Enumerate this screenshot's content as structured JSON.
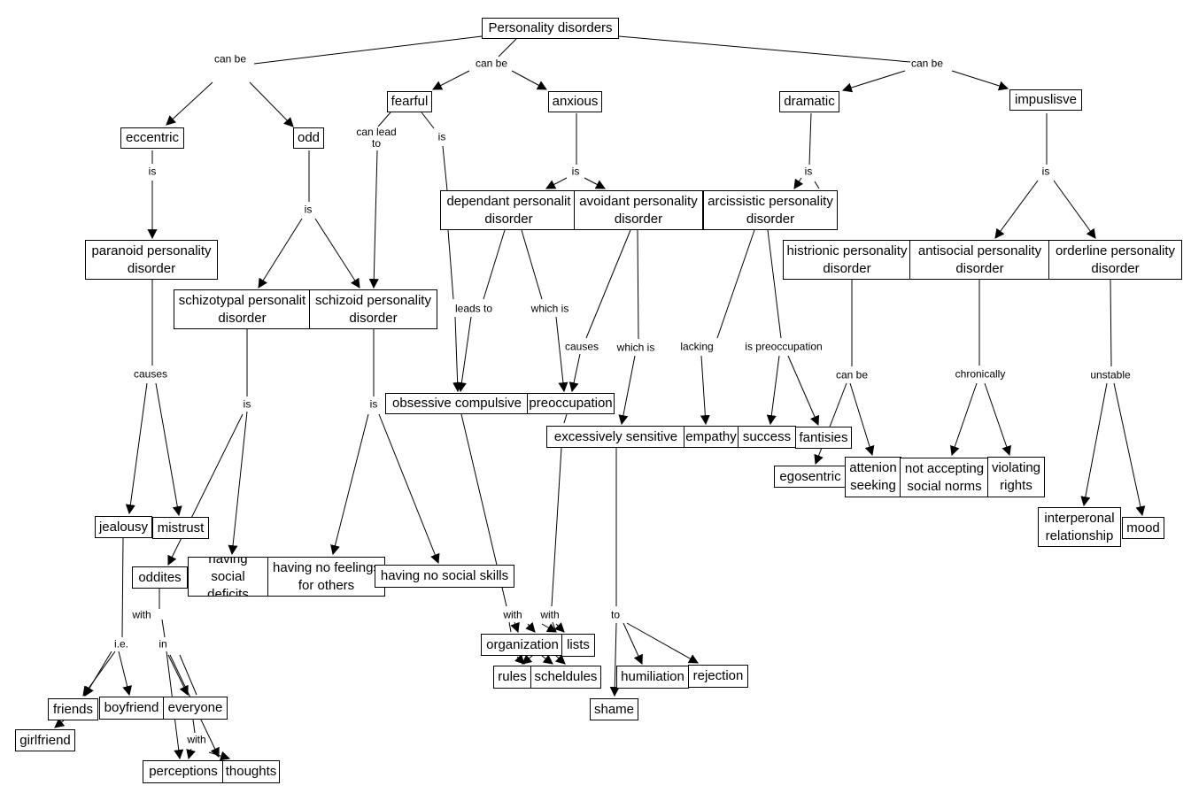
{
  "nodes": {
    "root": "Personality disorders",
    "eccentric": "eccentric",
    "odd": "odd",
    "fearful": "fearful",
    "anxious": "anxious",
    "dramatic": "dramatic",
    "impulsive": "impuslisve",
    "paranoid": "paranoid personality\ndisorder",
    "schizotypal": "schizotypal personalit\ndisorder",
    "schizoid": "schizoid personality\ndisorder",
    "dependant": "dependant personalit\ndisorder",
    "avoidant": "avoidant personality\ndisorder",
    "narcissistic": "arcissistic personality\ndisorder",
    "histrionic": "histrionic personality\ndisorder",
    "antisocial": "antisocial personality\ndisorder",
    "borderline": "orderline personality\ndisorder",
    "obsessive": "obsessive compulsive",
    "preoccupation": "preoccupation",
    "sensitive": "excessively sensitive",
    "empathy": "empathy",
    "success": "success",
    "fantasies": "fantisies",
    "egocentric": "egosentric",
    "attention": "attenion\nseeking",
    "norms": "not accepting\nsocial norms",
    "rights": "violating\nrights",
    "interpersonal": "interperonal\nrelationship",
    "mood": "mood",
    "jealousy": "jealousy",
    "mistrust": "mistrust",
    "oddites": "oddites",
    "social_deficits": "having social\ndeficits",
    "no_feelings": "having no feelings\nfor others",
    "no_social_skills": "having no social skills",
    "organization": "organization",
    "lists": "lists",
    "rules": "rules",
    "schedules": "scheldules",
    "humiliation": "humiliation",
    "rejection": "rejection",
    "shame": "shame",
    "friends": "friends",
    "boyfriend": "boyfriend",
    "everyone": "everyone",
    "girlfriend": "girlfriend",
    "perceptions": "perceptions",
    "thoughts": "thoughts"
  },
  "labels": {
    "l1": "can be",
    "l2": "can be",
    "l3": "can be",
    "l4": "is",
    "l5": "is",
    "l6": "can lead\nto",
    "l7": "is",
    "l8": "is",
    "l9": "is",
    "l10": "is",
    "l11": "causes",
    "l12": "is",
    "l13": "is",
    "l14": "leads to",
    "l15": "which is",
    "l16": "causes",
    "l17": "which is",
    "l18": "lacking",
    "l19": "is preoccupation",
    "l20": "can be",
    "l21": "chronically",
    "l22": "unstable",
    "l23": "with",
    "l24": "with",
    "l25": "to",
    "l26": "with",
    "l27": "in",
    "l28": "i.e.",
    "l29": "with"
  }
}
